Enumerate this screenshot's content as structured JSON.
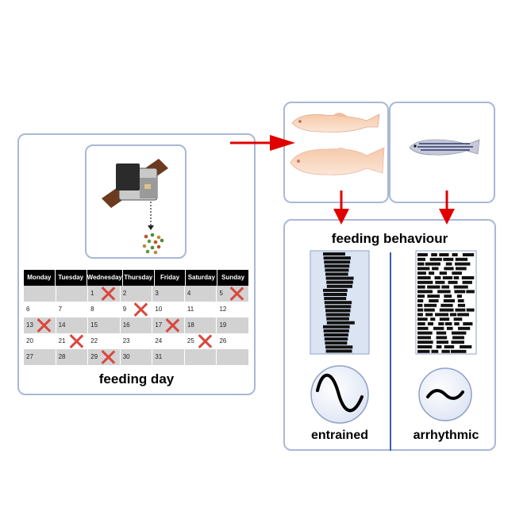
{
  "labels": {
    "feeding_day": "feeding day",
    "feeding_behaviour": "feeding behaviour",
    "entrained": "entrained",
    "arrhythmic": "arrhythmic"
  },
  "calendar": {
    "days": [
      "Monday",
      "Tuesday",
      "Wednesday",
      "Thursday",
      "Friday",
      "Saturday",
      "Sunday"
    ],
    "weeks": [
      [
        "",
        "",
        "1",
        "2",
        "3",
        "4",
        "5"
      ],
      [
        "6",
        "7",
        "8",
        "9",
        "10",
        "11",
        "12"
      ],
      [
        "13",
        "14",
        "15",
        "16",
        "17",
        "18",
        "19"
      ],
      [
        "20",
        "21",
        "22",
        "23",
        "24",
        "25",
        "26"
      ],
      [
        "27",
        "28",
        "29",
        "30",
        "31",
        "",
        ""
      ]
    ],
    "feeding_days": [
      "1",
      "5",
      "9",
      "13",
      "17",
      "21",
      "25",
      "29"
    ],
    "cross_color": "#d9473e"
  },
  "colors": {
    "panel_border": "#a9b8d8",
    "arrow": "#e00000",
    "divider": "#3a5ea8"
  }
}
